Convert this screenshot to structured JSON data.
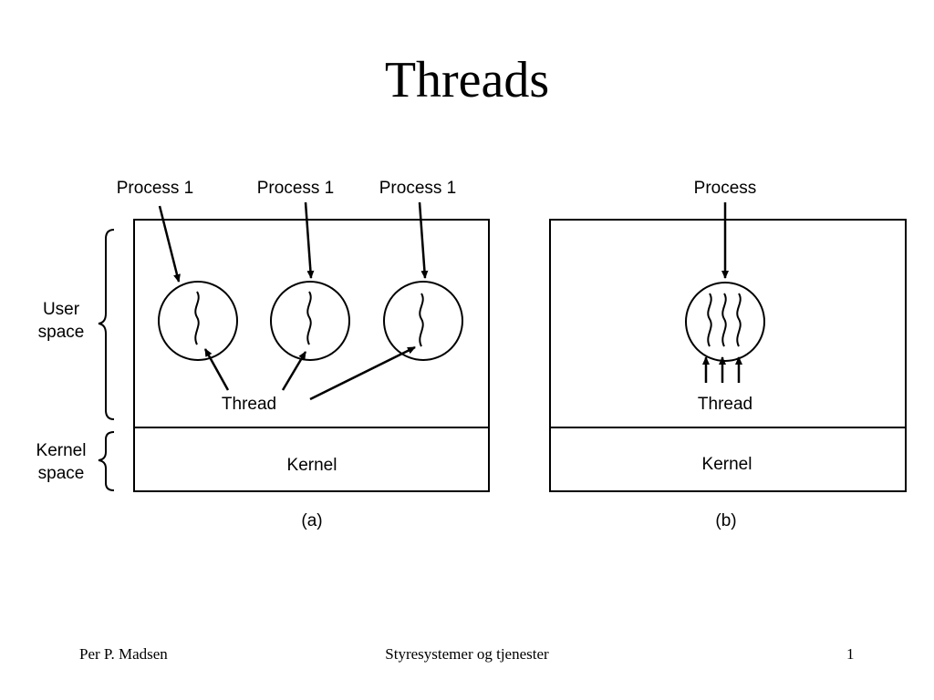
{
  "slide": {
    "title": "Threads",
    "footer": {
      "author": "Per P. Madsen",
      "course": "Styresystemer og tjenester",
      "page": "1"
    }
  },
  "figure": {
    "a": {
      "process_labels": [
        "Process 1",
        "Process 1",
        "Process 1"
      ],
      "thread_label": "Thread",
      "kernel_label": "Kernel",
      "caption": "(a)"
    },
    "b": {
      "process_label": "Process",
      "thread_label": "Thread",
      "kernel_label": "Kernel",
      "caption": "(b)"
    },
    "side_labels": {
      "user_line1": "User",
      "user_line2": "space",
      "kernel_line1": "Kernel",
      "kernel_line2": "space"
    }
  }
}
